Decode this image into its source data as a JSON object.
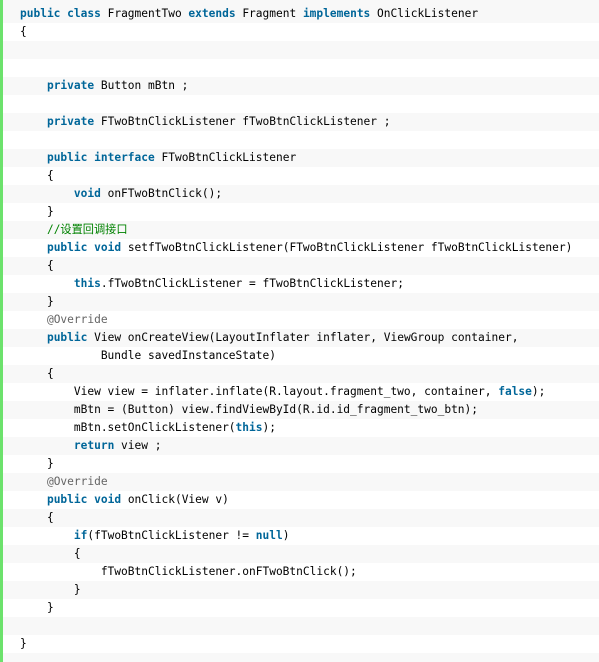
{
  "colors": {
    "keyword": "#006699",
    "comment": "#008200",
    "annotation": "#646464",
    "plain": "#000000",
    "gutter_bar": "#6ce26c",
    "row_odd": "#f8f8f8",
    "row_even": "#ffffff"
  },
  "code": {
    "lines": [
      [
        [
          "kw",
          "public"
        ],
        [
          "p",
          " "
        ],
        [
          "kw",
          "class"
        ],
        [
          "p",
          " FragmentTwo "
        ],
        [
          "kw",
          "extends"
        ],
        [
          "p",
          " Fragment "
        ],
        [
          "kw",
          "implements"
        ],
        [
          "p",
          " OnClickListener"
        ]
      ],
      [
        [
          "p",
          "{"
        ]
      ],
      [],
      [],
      [
        [
          "p",
          "    "
        ],
        [
          "kw",
          "private"
        ],
        [
          "p",
          " Button mBtn ;"
        ]
      ],
      [],
      [
        [
          "p",
          "    "
        ],
        [
          "kw",
          "private"
        ],
        [
          "p",
          " FTwoBtnClickListener fTwoBtnClickListener ;"
        ]
      ],
      [],
      [
        [
          "p",
          "    "
        ],
        [
          "kw",
          "public"
        ],
        [
          "p",
          " "
        ],
        [
          "kw",
          "interface"
        ],
        [
          "p",
          " FTwoBtnClickListener"
        ]
      ],
      [
        [
          "p",
          "    {"
        ]
      ],
      [
        [
          "p",
          "        "
        ],
        [
          "kw",
          "void"
        ],
        [
          "p",
          " onFTwoBtnClick();"
        ]
      ],
      [
        [
          "p",
          "    }"
        ]
      ],
      [
        [
          "p",
          "    "
        ],
        [
          "c",
          "//设置回调接口"
        ]
      ],
      [
        [
          "p",
          "    "
        ],
        [
          "kw",
          "public"
        ],
        [
          "p",
          " "
        ],
        [
          "kw",
          "void"
        ],
        [
          "p",
          " setfTwoBtnClickListener(FTwoBtnClickListener fTwoBtnClickListener)"
        ]
      ],
      [
        [
          "p",
          "    {"
        ]
      ],
      [
        [
          "p",
          "        "
        ],
        [
          "kw",
          "this"
        ],
        [
          "p",
          ".fTwoBtnClickListener = fTwoBtnClickListener;"
        ]
      ],
      [
        [
          "p",
          "    }"
        ]
      ],
      [
        [
          "p",
          "    "
        ],
        [
          "a",
          "@Override"
        ]
      ],
      [
        [
          "p",
          "    "
        ],
        [
          "kw",
          "public"
        ],
        [
          "p",
          " View onCreateView(LayoutInflater inflater, ViewGroup container,"
        ]
      ],
      [
        [
          "p",
          "            Bundle savedInstanceState)"
        ]
      ],
      [
        [
          "p",
          "    {"
        ]
      ],
      [
        [
          "p",
          "        View view = inflater.inflate(R.layout.fragment_two, container, "
        ],
        [
          "kw",
          "false"
        ],
        [
          "p",
          ");"
        ]
      ],
      [
        [
          "p",
          "        mBtn = (Button) view.findViewById(R.id.id_fragment_two_btn);"
        ]
      ],
      [
        [
          "p",
          "        mBtn.setOnClickListener("
        ],
        [
          "kw",
          "this"
        ],
        [
          "p",
          ");"
        ]
      ],
      [
        [
          "p",
          "        "
        ],
        [
          "kw",
          "return"
        ],
        [
          "p",
          " view ;"
        ]
      ],
      [
        [
          "p",
          "    }"
        ]
      ],
      [
        [
          "p",
          "    "
        ],
        [
          "a",
          "@Override"
        ]
      ],
      [
        [
          "p",
          "    "
        ],
        [
          "kw",
          "public"
        ],
        [
          "p",
          " "
        ],
        [
          "kw",
          "void"
        ],
        [
          "p",
          " onClick(View v)"
        ]
      ],
      [
        [
          "p",
          "    {"
        ]
      ],
      [
        [
          "p",
          "        "
        ],
        [
          "kw",
          "if"
        ],
        [
          "p",
          "(fTwoBtnClickListener != "
        ],
        [
          "kw",
          "null"
        ],
        [
          "p",
          ")"
        ]
      ],
      [
        [
          "p",
          "        {"
        ]
      ],
      [
        [
          "p",
          "            fTwoBtnClickListener.onFTwoBtnClick();"
        ]
      ],
      [
        [
          "p",
          "        }"
        ]
      ],
      [
        [
          "p",
          "    }"
        ]
      ],
      [],
      [
        [
          "p",
          "}"
        ]
      ]
    ]
  }
}
